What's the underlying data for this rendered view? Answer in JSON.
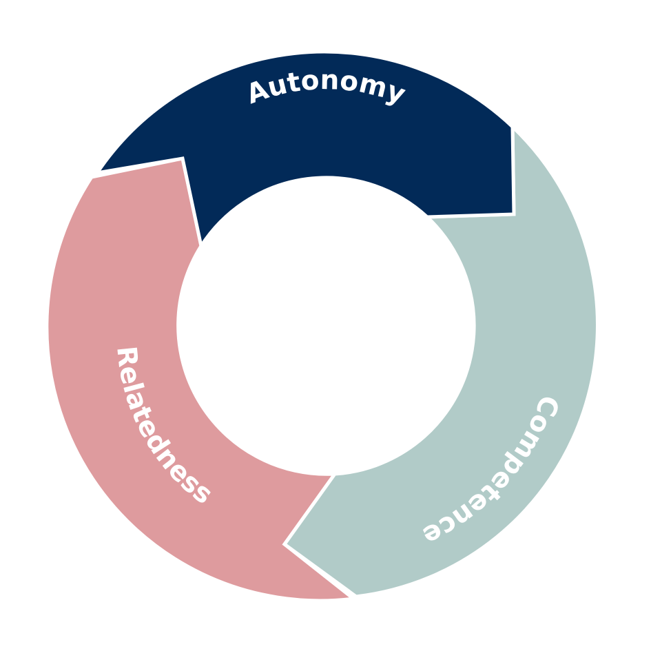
{
  "segments": [
    {
      "id": "autonomy",
      "label": "Autonomy",
      "color": "#022A58"
    },
    {
      "id": "competence",
      "label": "Competence",
      "color": "#B1CBC8"
    },
    {
      "id": "relatedness",
      "label": "Relatedness",
      "color": "#DE9B9E"
    }
  ]
}
